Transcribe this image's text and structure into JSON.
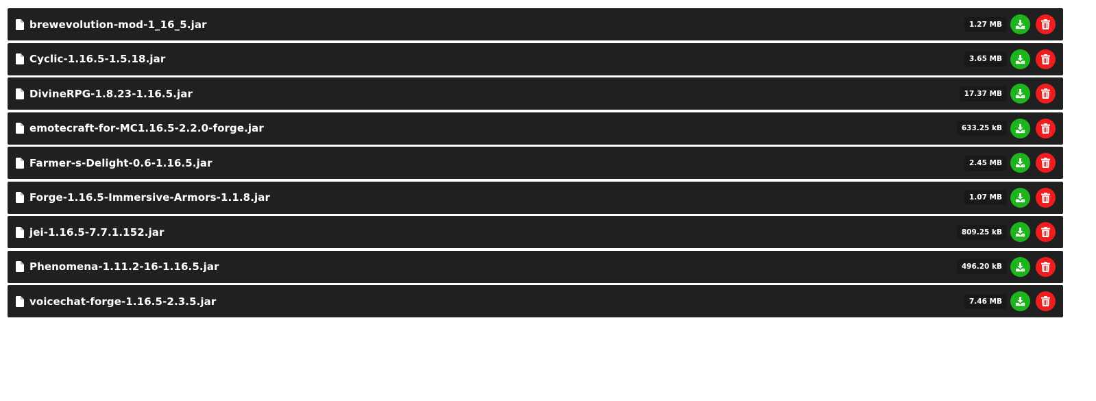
{
  "colors": {
    "row_background": "#202020",
    "download": "#1db41d",
    "delete": "#ef1d1d",
    "text": "#ffffff"
  },
  "icons": {
    "file": "file-icon",
    "download": "download-icon",
    "delete": "trash-icon"
  },
  "files": [
    {
      "name": "brewevolution-mod-1_16_5.jar",
      "size": "1.27 MB"
    },
    {
      "name": "Cyclic-1.16.5-1.5.18.jar",
      "size": "3.65 MB"
    },
    {
      "name": "DivineRPG-1.8.23-1.16.5.jar",
      "size": "17.37 MB"
    },
    {
      "name": "emotecraft-for-MC1.16.5-2.2.0-forge.jar",
      "size": "633.25 kB"
    },
    {
      "name": "Farmer-s-Delight-0.6-1.16.5.jar",
      "size": "2.45 MB"
    },
    {
      "name": "Forge-1.16.5-Immersive-Armors-1.1.8.jar",
      "size": "1.07 MB"
    },
    {
      "name": "jei-1.16.5-7.7.1.152.jar",
      "size": "809.25 kB"
    },
    {
      "name": "Phenomena-1.11.2-16-1.16.5.jar",
      "size": "496.20 kB"
    },
    {
      "name": "voicechat-forge-1.16.5-2.3.5.jar",
      "size": "7.46 MB"
    }
  ]
}
